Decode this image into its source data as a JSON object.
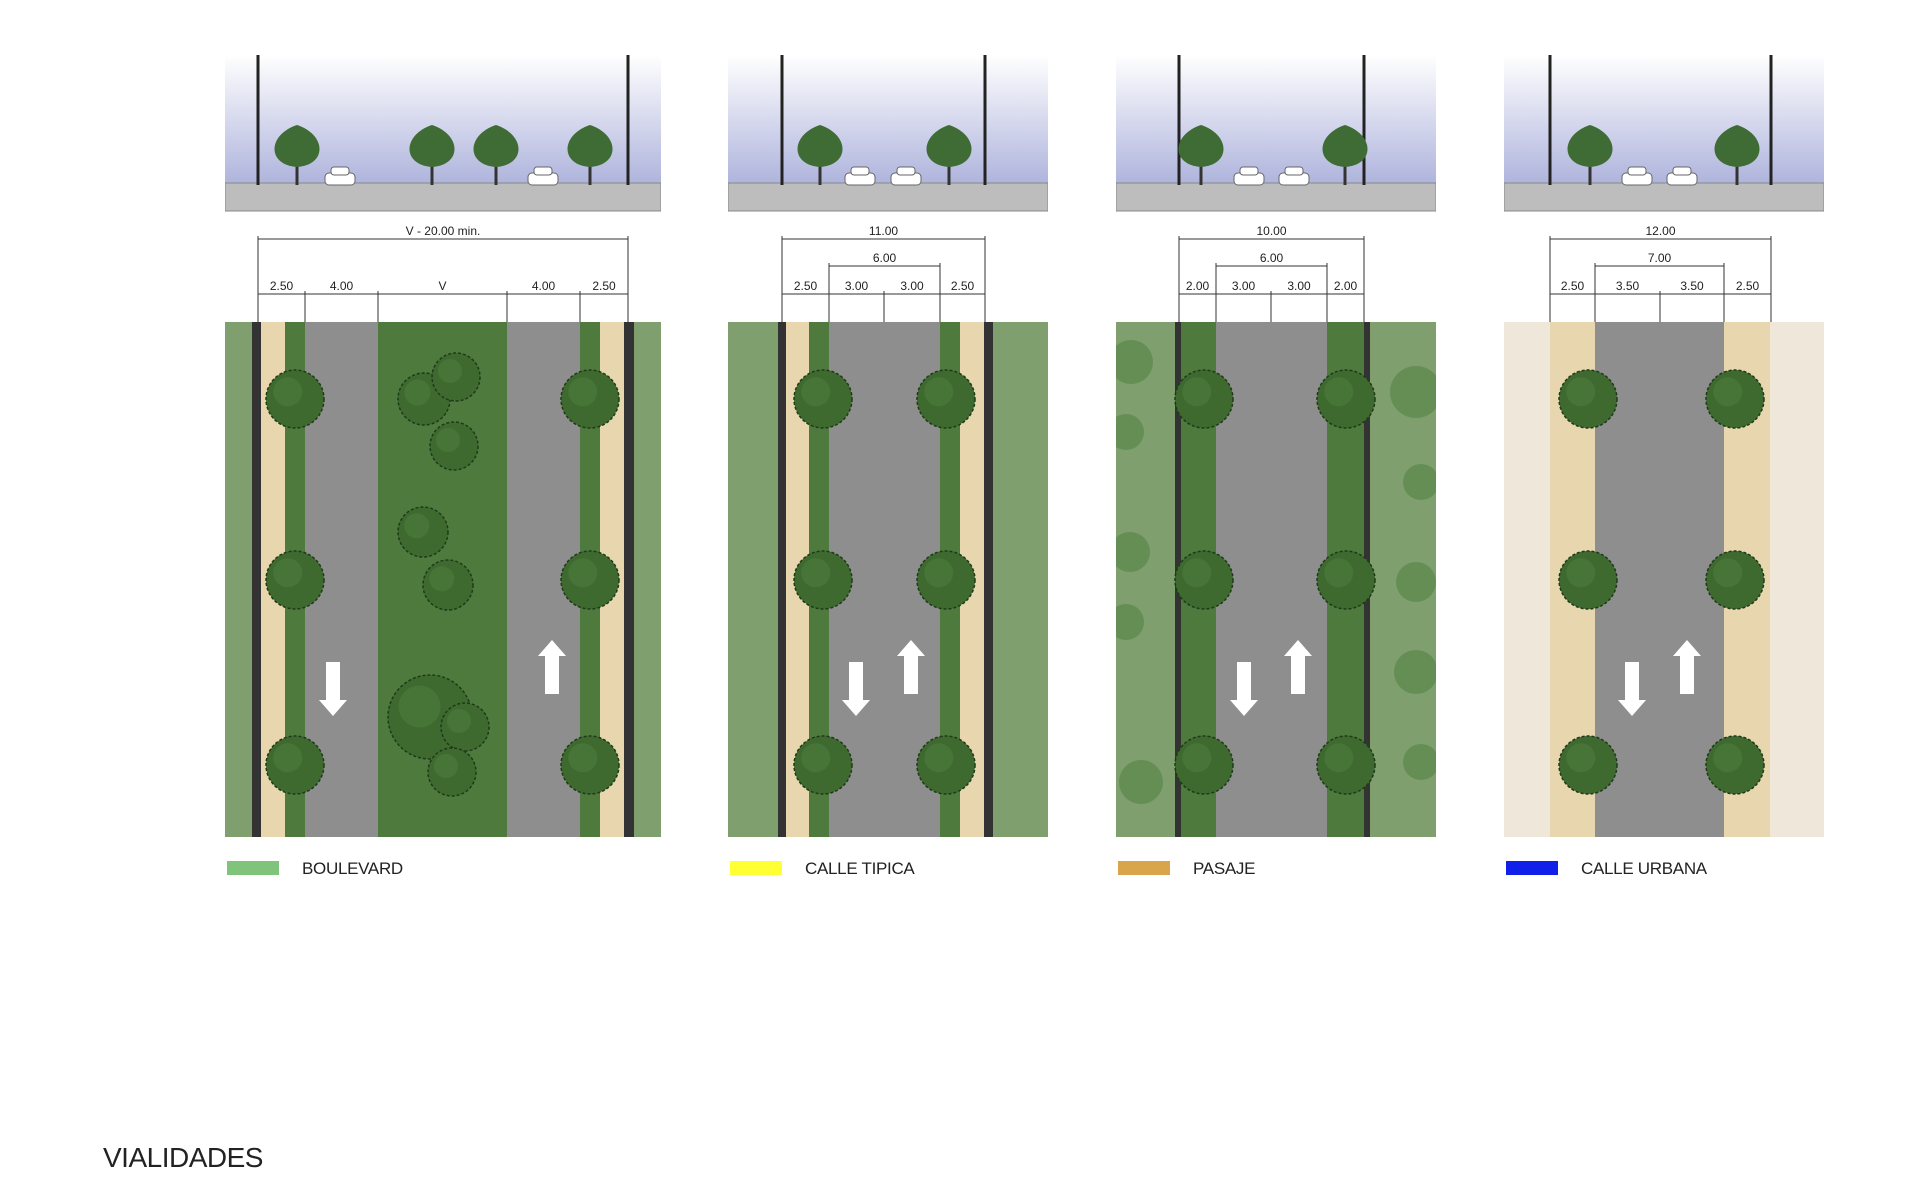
{
  "title": "VIALIDADES",
  "colors": {
    "sky_top": "#ffffff",
    "sky_bottom": "#aeb3dc",
    "ground": "#bdbdbd",
    "asphalt": "#8e8e8e",
    "grass_dark": "#4f7a3e",
    "grass_light": "#7f9f6e",
    "sand": "#e8d7ae",
    "pale": "#efe8da",
    "tree": "#3e6a30",
    "fence": "#333333"
  },
  "panels": [
    {
      "id": "boulevard",
      "legend": {
        "label": "BOULEVARD",
        "color": "#7fc47a"
      },
      "dims": {
        "total": "V - 20.00 min.",
        "middle": "",
        "parts": [
          "2.50",
          "4.00",
          "V",
          "4.00",
          "2.50"
        ]
      }
    },
    {
      "id": "calle-tipica",
      "legend": {
        "label": "CALLE TIPICA",
        "color": "#ffff33"
      },
      "dims": {
        "total": "11.00",
        "middle": "6.00",
        "parts": [
          "2.50",
          "3.00",
          "3.00",
          "2.50"
        ]
      }
    },
    {
      "id": "pasaje",
      "legend": {
        "label": "PASAJE",
        "color": "#d9a54c"
      },
      "dims": {
        "total": "10.00",
        "middle": "6.00",
        "parts": [
          "2.00",
          "3.00",
          "3.00",
          "2.00"
        ]
      }
    },
    {
      "id": "calle-urbana",
      "legend": {
        "label": "CALLE URBANA",
        "color": "#1020e8"
      },
      "dims": {
        "total": "12.00",
        "middle": "7.00",
        "parts": [
          "2.50",
          "3.50",
          "3.50",
          "2.50"
        ]
      }
    }
  ]
}
